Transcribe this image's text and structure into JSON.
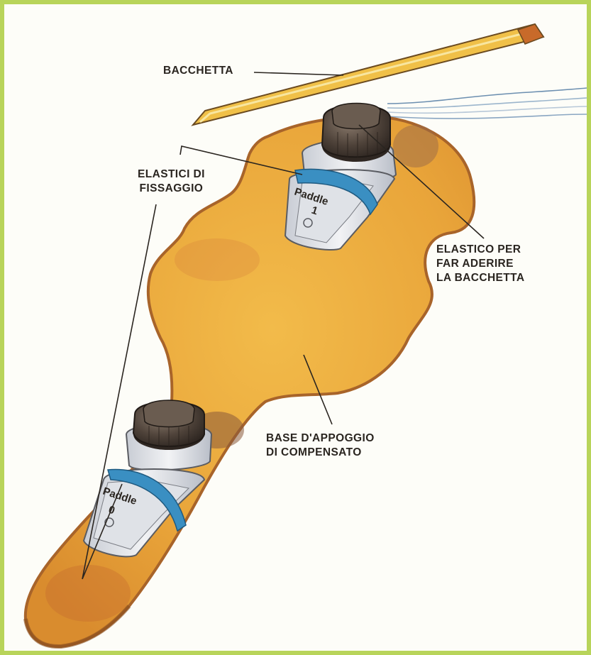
{
  "labels": {
    "bacchetta": "BACCHETTA",
    "elastici": [
      "ELASTICI DI",
      "FISSAGGIO"
    ],
    "elastico_per": [
      "ELASTICO PER",
      "FAR ADERIRE",
      "LA BACCHETTA"
    ],
    "base": [
      "BASE D'APPOGGIO",
      "DI COMPENSATO"
    ]
  },
  "paddles": {
    "top": {
      "word": "Paddle",
      "number": "1"
    },
    "bottom": {
      "word": "Paddle",
      "number": "0"
    }
  },
  "colors": {
    "frame": "#b8d45a",
    "board": "#e8a83a",
    "board_edge": "#a8642a",
    "rubber_band": "#3a8fc2",
    "knob": "#4a3e36",
    "paddle_body": "#e4e6ea",
    "wand": "#f0c048"
  }
}
